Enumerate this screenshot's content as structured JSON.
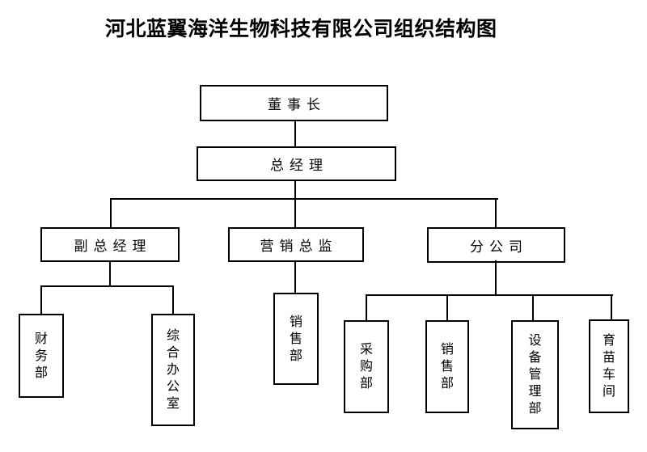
{
  "title": "河北蓝翼海洋生物科技有限公司组织结构图",
  "nodes": {
    "chairman": {
      "label": "董事长"
    },
    "general_manager": {
      "label": "总经理"
    },
    "deputy_general_manager": {
      "label": "副总经理"
    },
    "marketing_director": {
      "label": "营销总监"
    },
    "branch_company": {
      "label": "分公司"
    },
    "finance_dept": {
      "label": "财务部"
    },
    "general_office": {
      "label": "综合办公室"
    },
    "sales_dept_marketing": {
      "label": "销售部"
    },
    "purchasing_dept": {
      "label": "采购部"
    },
    "sales_dept_branch": {
      "label": "销售部"
    },
    "equipment_mgmt_dept": {
      "label": "设备管理部"
    },
    "seedling_workshop": {
      "label": "育苗车间"
    }
  },
  "hierarchy": [
    {
      "parent": "chairman",
      "children": [
        "general_manager"
      ]
    },
    {
      "parent": "general_manager",
      "children": [
        "deputy_general_manager",
        "marketing_director",
        "branch_company"
      ]
    },
    {
      "parent": "deputy_general_manager",
      "children": [
        "finance_dept",
        "general_office"
      ]
    },
    {
      "parent": "marketing_director",
      "children": [
        "sales_dept_marketing"
      ]
    },
    {
      "parent": "branch_company",
      "children": [
        "purchasing_dept",
        "sales_dept_branch",
        "equipment_mgmt_dept",
        "seedling_workshop"
      ]
    }
  ],
  "colors": {
    "line": "#000000",
    "text": "#000000",
    "background": "#ffffff"
  }
}
